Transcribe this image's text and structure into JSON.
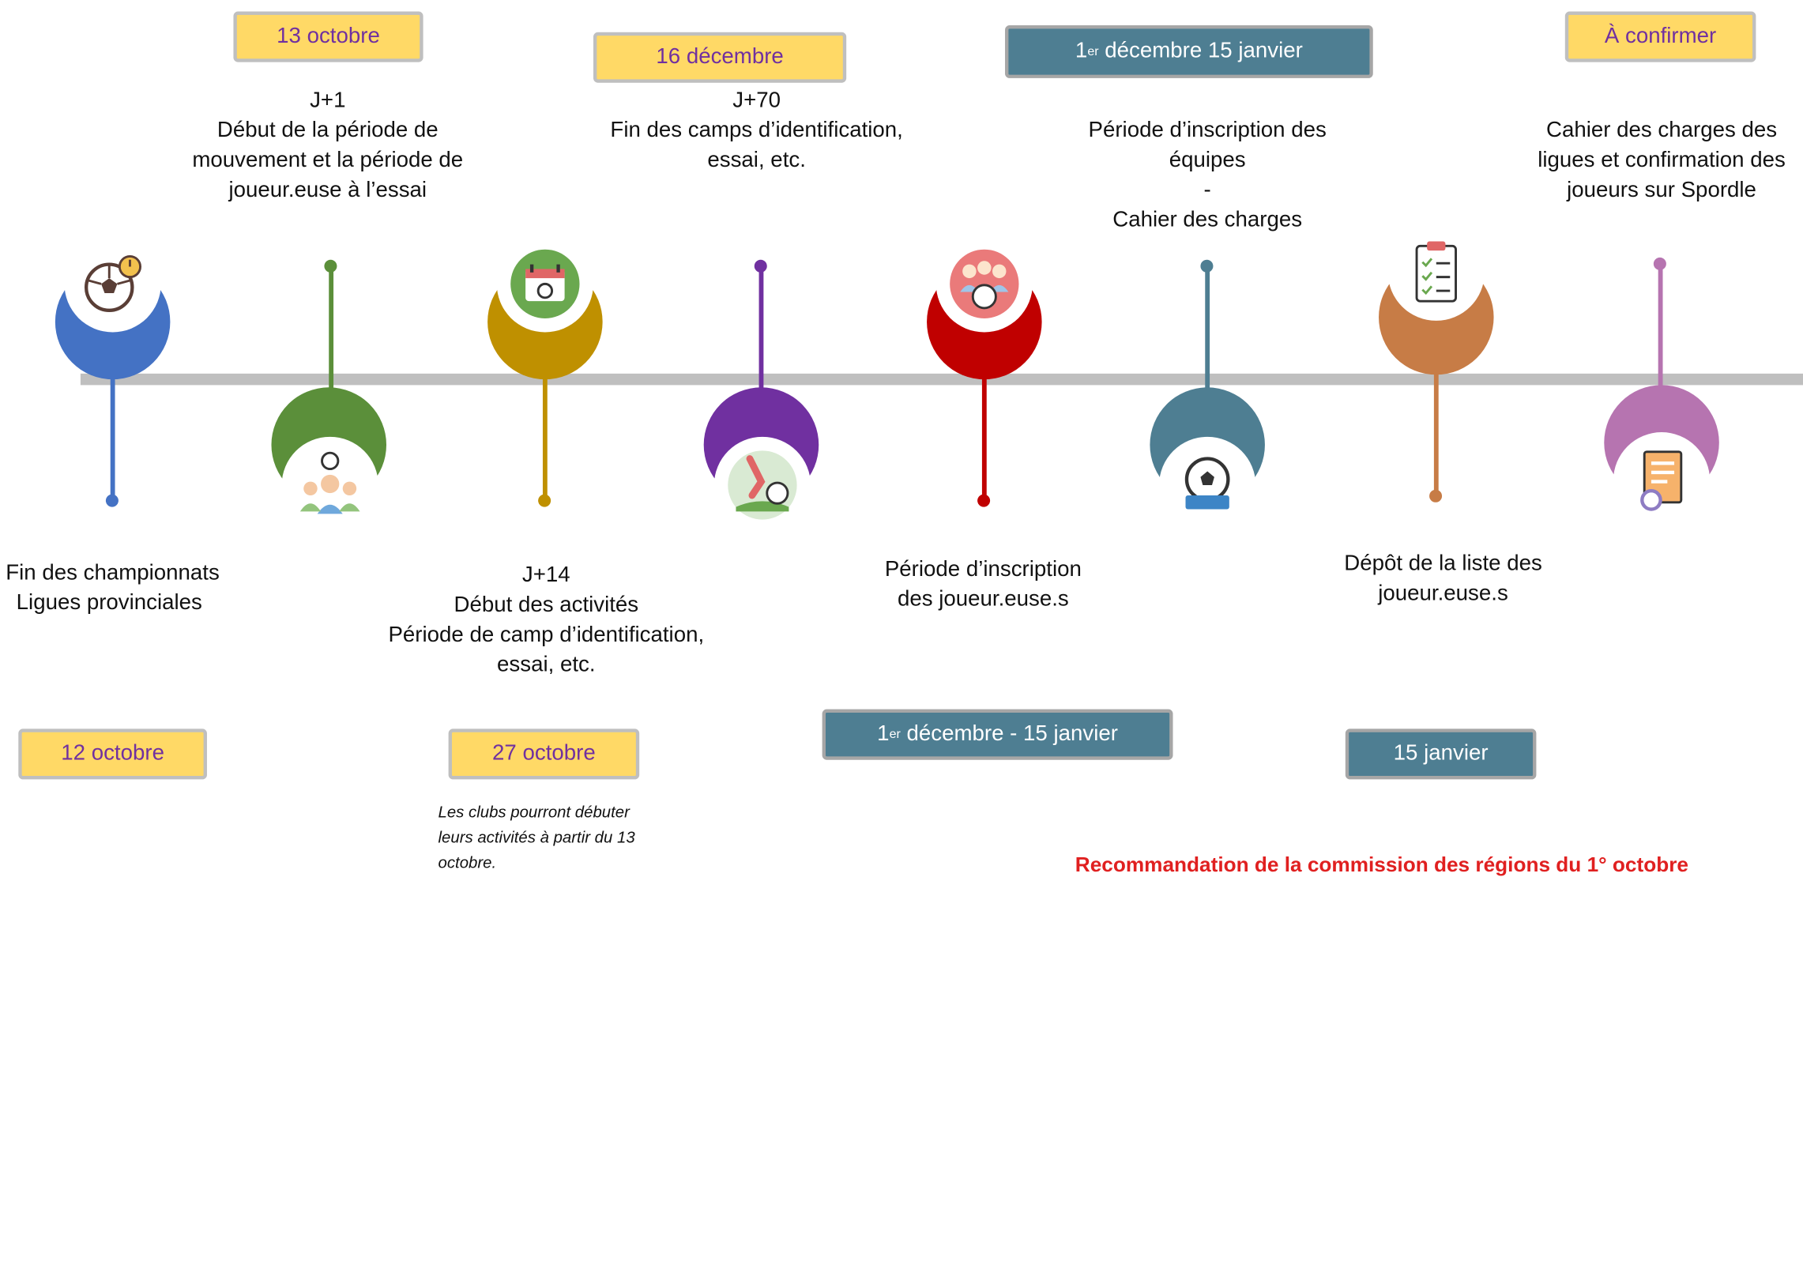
{
  "colors": {
    "axis": "#bfbfbf",
    "step1": "#4472c4",
    "step2": "#5b8f3a",
    "step3": "#bf9000",
    "step4": "#7030a0",
    "step5": "#c00000",
    "step6": "#4e7e92",
    "step7": "#c77c46",
    "step8": "#b674b0",
    "date_badge_yellow": "#ffd966",
    "date_badge_blue": "#4e7e92",
    "date_text_purple": "#7030a0",
    "recommendation": "#e02020"
  },
  "steps": [
    {
      "icon": "soccer-ball-timer-icon",
      "lines": [
        "Fin des championnats",
        "Ligues provinciales"
      ],
      "date": "12 octobre"
    },
    {
      "icon": "team-players-icon",
      "lines": [
        "J+1",
        "Début de la période de",
        "mouvement et la période de",
        "joueur.euse à l’essai"
      ],
      "date": "13 octobre"
    },
    {
      "icon": "calendar-ball-icon",
      "lines": [
        "J+14",
        "Début des activités",
        "Période de camp d’identification,",
        "essai, etc."
      ],
      "date": "27 octobre"
    },
    {
      "icon": "kicking-ball-icon",
      "lines": [
        "J+70",
        "Fin des camps d’identification,",
        "essai, etc."
      ],
      "date": "16 décembre"
    },
    {
      "icon": "team-registration-icon",
      "lines": [
        "Période d’inscription",
        "des joueur.euse.s"
      ],
      "date_sup": "er",
      "date_pre": "1",
      "date_post": " décembre - 15 janvier"
    },
    {
      "icon": "club-ball-icon",
      "lines": [
        "Période d’inscription des",
        "équipes",
        "-",
        "Cahier des charges"
      ],
      "date_sup": "er",
      "date_pre": "1",
      "date_post": " décembre 15 janvier"
    },
    {
      "icon": "clipboard-checklist-icon",
      "lines": [
        "Dépôt de la liste des",
        "joueur.euse.s"
      ],
      "date": "15 janvier"
    },
    {
      "icon": "rulebook-icon",
      "lines": [
        "Cahier des charges des",
        "ligues et confirmation des",
        "joueurs sur Spordle"
      ],
      "date": "À confirmer"
    }
  ],
  "note": "Les clubs pourront débuter leurs activités à partir du 13 octobre.",
  "recommendation": "Recommandation de la commission des régions du 1° octobre"
}
